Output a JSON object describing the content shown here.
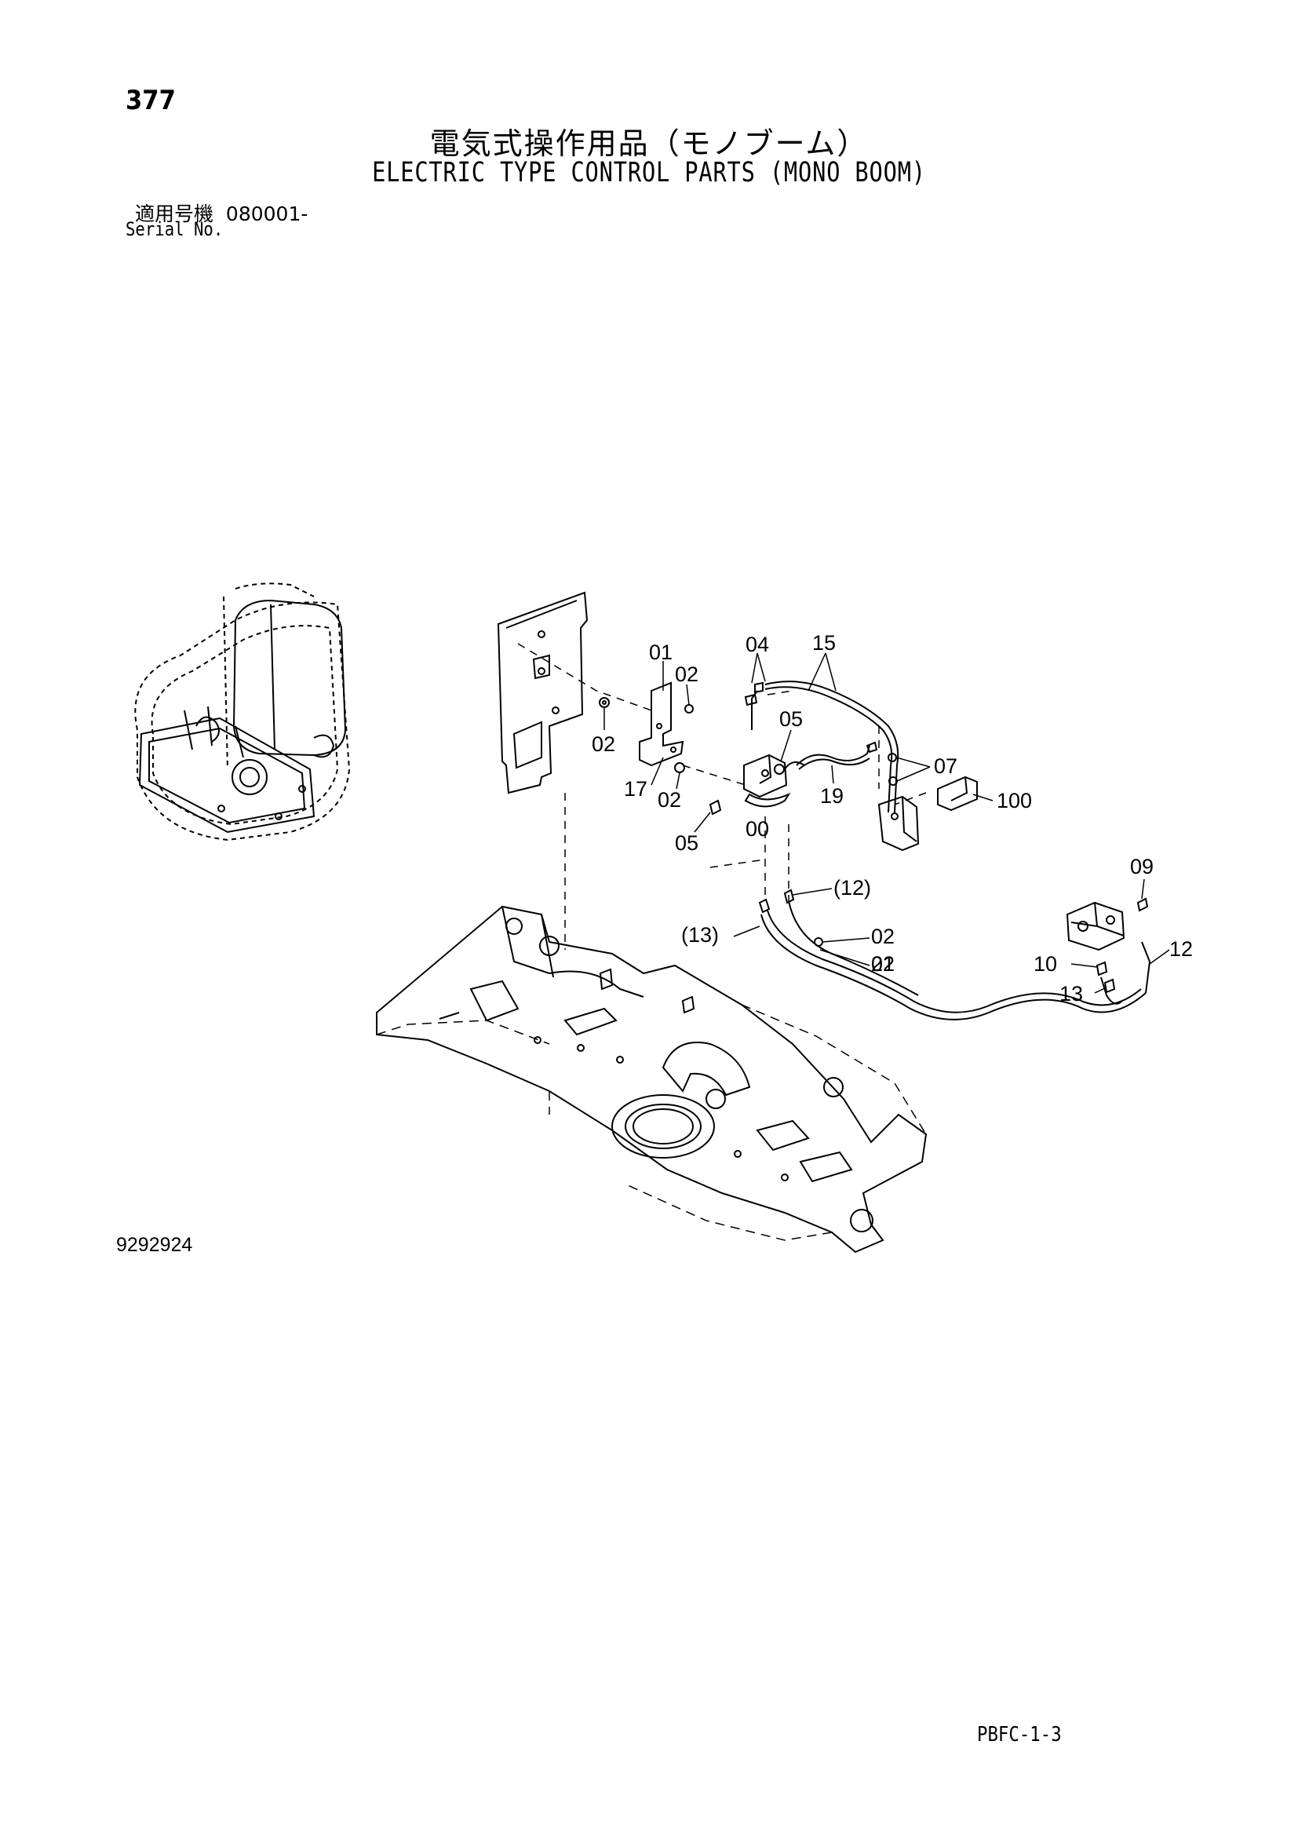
{
  "header": {
    "page_number": "377",
    "title_jp": "電気式操作用品（モノブーム）",
    "title_en": "ELECTRIC TYPE CONTROL PARTS (MONO BOOM)",
    "serial_label_jp": "適用号機",
    "serial_value": "080001-",
    "serial_label_en": "Serial No."
  },
  "diagram": {
    "callouts": [
      "01",
      "02",
      "02",
      "02",
      "02",
      "04",
      "15",
      "05",
      "07",
      "17",
      "19",
      "100",
      "05",
      "00",
      "09",
      "(12)",
      "(13)",
      "02",
      "21",
      "10",
      "12",
      "13"
    ]
  },
  "footer": {
    "figure_number": "9292924",
    "sheet_code": "PBFC-1-3"
  }
}
